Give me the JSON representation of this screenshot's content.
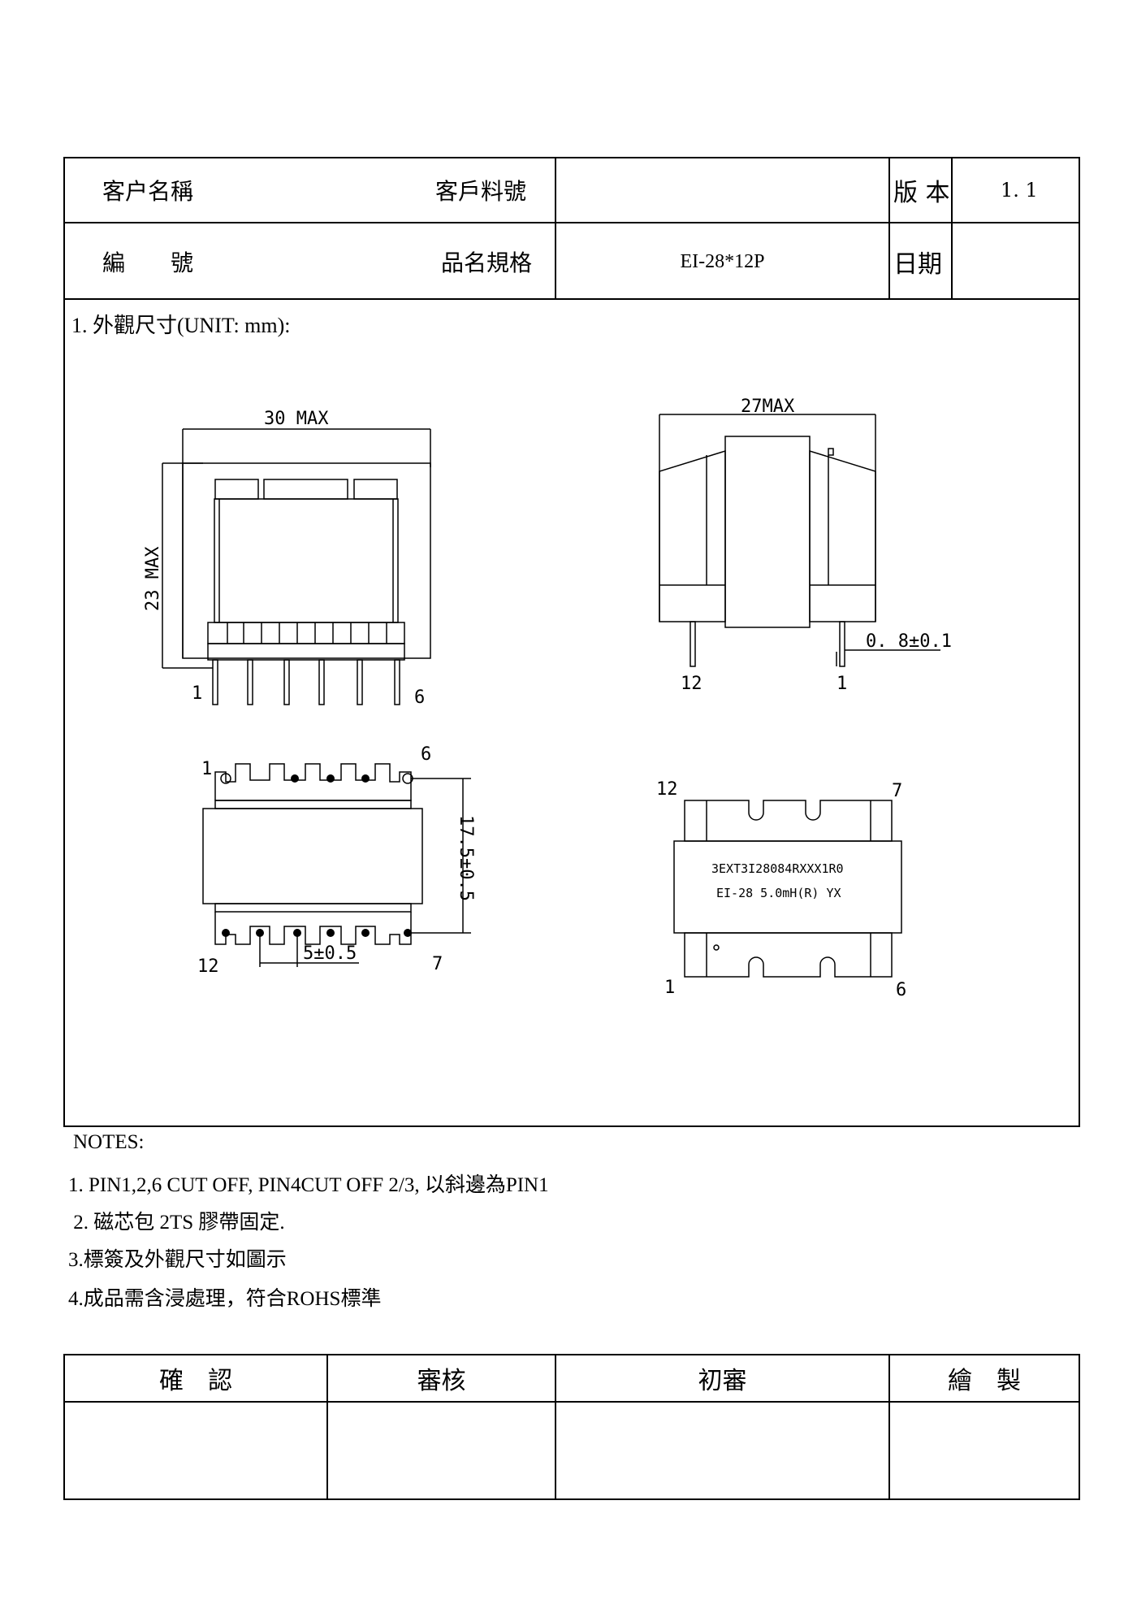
{
  "header": {
    "customer_name_label": "客户名稱",
    "customer_part_label": "客戶料號",
    "customer_part_value": "",
    "version_label": "版 本",
    "version_value": "1. 1",
    "code_label": "編　　號",
    "spec_label": "品名規格",
    "spec_value": "EI-28*12P",
    "date_label": "日期",
    "date_value": ""
  },
  "section_title": "1. 外觀尺寸(UNIT: mm):",
  "drawings": {
    "front": {
      "width": "30   MAX",
      "height": "23 MAX",
      "pin_left": "1",
      "pin_right": "6"
    },
    "side": {
      "width": "27MAX",
      "pin_dim": "0. 8±0.1",
      "pin_left": "12",
      "pin_right": "1"
    },
    "bottom": {
      "pin_tl": "1",
      "pin_tr": "6",
      "pin_bl": "12",
      "pin_br": "7",
      "pitch": "5±0.5",
      "span": "17.5±0.5"
    },
    "label_view": {
      "pin_tl": "12",
      "pin_tr": "7",
      "pin_bl": "1",
      "pin_br": "6",
      "line1": "3EXT3I28084RXXX1R0",
      "line2": "EI-28 5.0mH(R) YX"
    }
  },
  "notes": {
    "title": "NOTES:",
    "items": [
      "1. PIN1,2,6 CUT OFF, PIN4CUT OFF 2/3, 以斜邊為PIN1",
      " 2. 磁芯包 2TS 膠帶固定.",
      "3.標簽及外觀尺寸如圖示",
      "4.成品需含浸處理，符合ROHS標準"
    ]
  },
  "approval": {
    "confirm": "確　認",
    "review": "審核",
    "first_review": "初審",
    "drawn": "繪　製"
  }
}
